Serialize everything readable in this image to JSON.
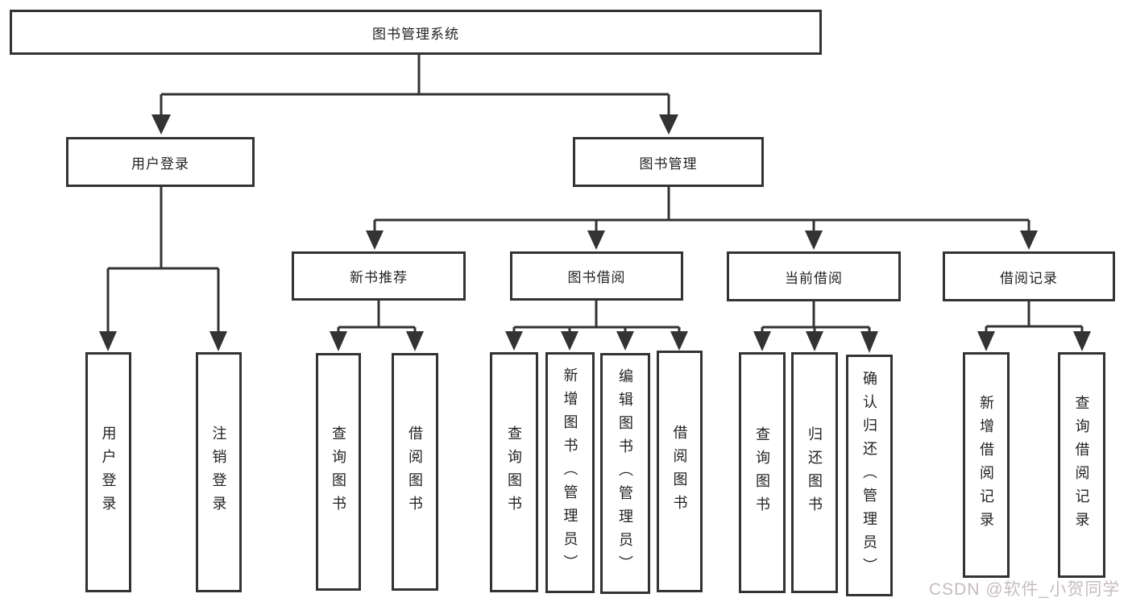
{
  "diagram_title": "图书管理系统",
  "tree": {
    "root": {
      "label": "图书管理系统"
    },
    "user_login": {
      "label": "用户登录",
      "children": [
        {
          "label": "用户登录"
        },
        {
          "label": "注销登录"
        }
      ]
    },
    "book_mgmt": {
      "label": "图书管理",
      "sections": [
        {
          "label": "新书推荐",
          "children": [
            {
              "label": "查询图书"
            },
            {
              "label": "借阅图书"
            }
          ]
        },
        {
          "label": "图书借阅",
          "children": [
            {
              "label": "查询图书"
            },
            {
              "label": "新增图书（管理员）"
            },
            {
              "label": "编辑图书（管理员）"
            },
            {
              "label": "借阅图书"
            }
          ]
        },
        {
          "label": "当前借阅",
          "children": [
            {
              "label": "查询图书"
            },
            {
              "label": "归还图书"
            },
            {
              "label": "确认归还（管理员）"
            }
          ]
        },
        {
          "label": "借阅记录",
          "children": [
            {
              "label": "新增借阅记录"
            },
            {
              "label": "查询借阅记录"
            }
          ]
        }
      ]
    }
  },
  "watermark": {
    "text": "CSDN @软件_小贺同学"
  },
  "colors": {
    "line": "#333333",
    "box_border": "#333333",
    "box_fill": "#ffffff",
    "text": "#222222",
    "watermark": "#c6bdbd",
    "background": "#ffffff"
  }
}
